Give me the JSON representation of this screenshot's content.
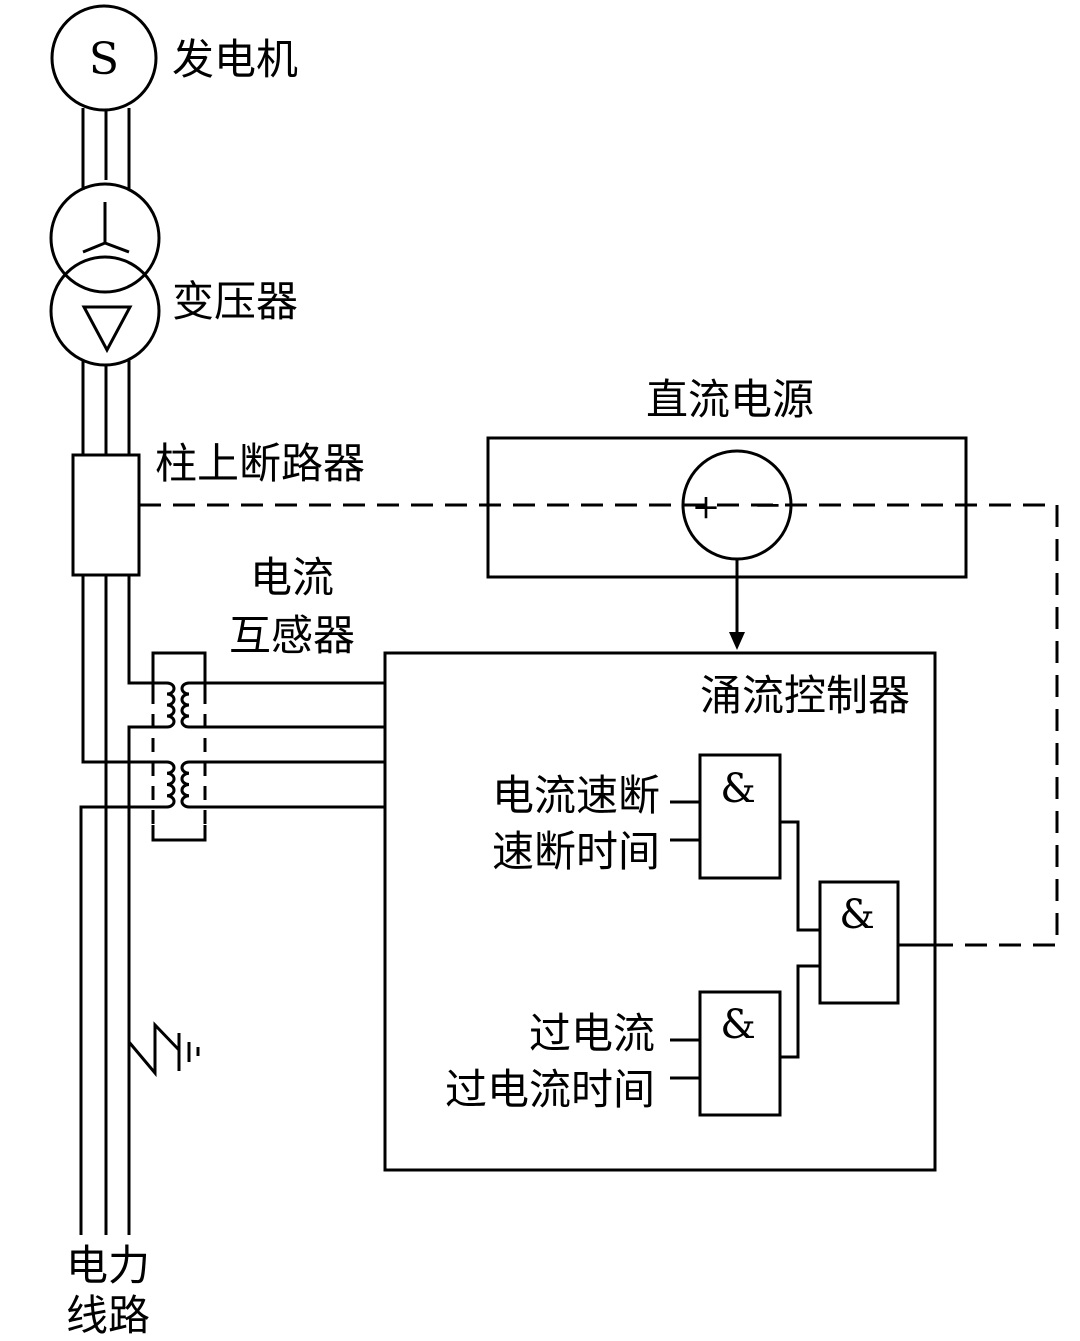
{
  "generator": {
    "symbol": "S",
    "label": "发电机"
  },
  "transformer": {
    "label": "变压器"
  },
  "breaker": {
    "label": "柱上断路器"
  },
  "dc_source": {
    "label": "直流电源",
    "plus": "+",
    "minus": "−"
  },
  "ct": {
    "label_line1": "电流",
    "label_line2": "互感器"
  },
  "controller": {
    "label": "涌流控制器",
    "inputs": [
      "电流速断",
      "速断时间",
      "过电流",
      "过电流时间"
    ],
    "gate_symbol": "&"
  },
  "power_line": {
    "label_line1": "电力",
    "label_line2": "线路"
  }
}
